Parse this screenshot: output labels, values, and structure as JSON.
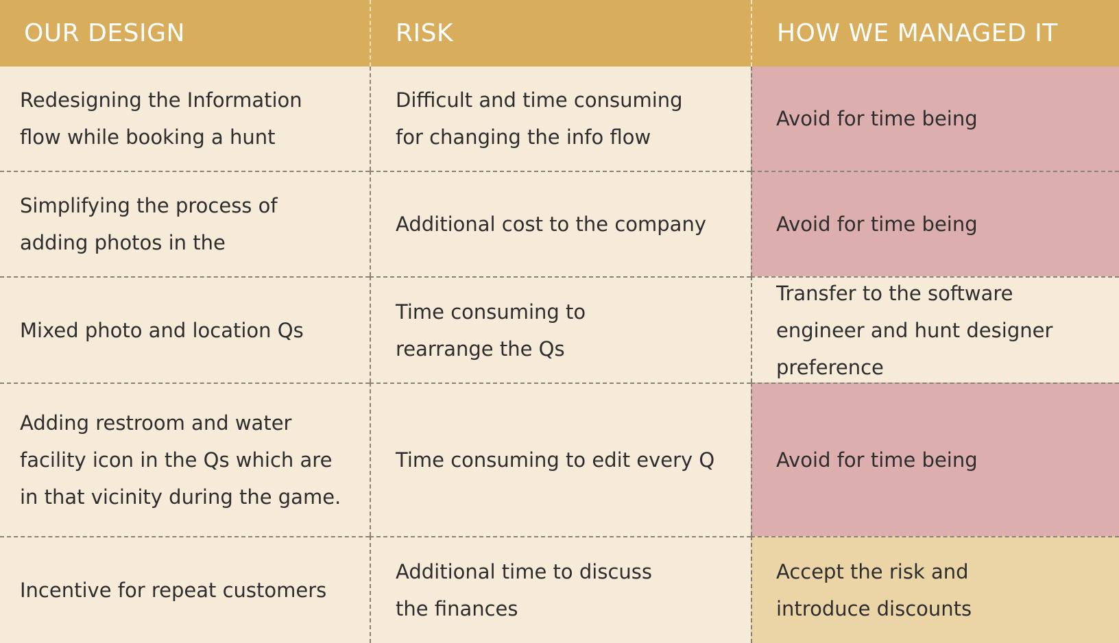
{
  "headers": [
    "OUR DESIGN",
    "RISK",
    "HOW WE MANAGED IT"
  ],
  "colors": {
    "header_bg": "#d8ad5b",
    "cell_bg": "#f6ead8",
    "avoid_bg": "#ddaeae",
    "accept_bg": "#ebd5a7",
    "text": "#2d2d2d"
  },
  "rows": [
    {
      "design": "Redesigning the Information flow while booking a hunt",
      "risk": "Difficult and time consuming for changing the info flow",
      "management": "Avoid for time being",
      "status": "avoid"
    },
    {
      "design": "Simplifying the process of adding photos in the",
      "risk": "Additional cost to the company",
      "management": "Avoid for time being",
      "status": "avoid"
    },
    {
      "design": "Mixed photo and location Qs",
      "risk": "Time consuming to rearrange the Qs",
      "management": "Transfer to the software engineer and hunt designer preference",
      "status": "transfer"
    },
    {
      "design": "Adding restroom and water facility icon in the Qs which are in that vicinity during the game.",
      "risk": "Time consuming to edit every Q",
      "management": "Avoid for time being",
      "status": "avoid"
    },
    {
      "design": "Incentive for repeat customers",
      "risk": "Additional time to discuss the finances",
      "management": "Accept the risk and introduce discounts",
      "status": "accept"
    }
  ]
}
